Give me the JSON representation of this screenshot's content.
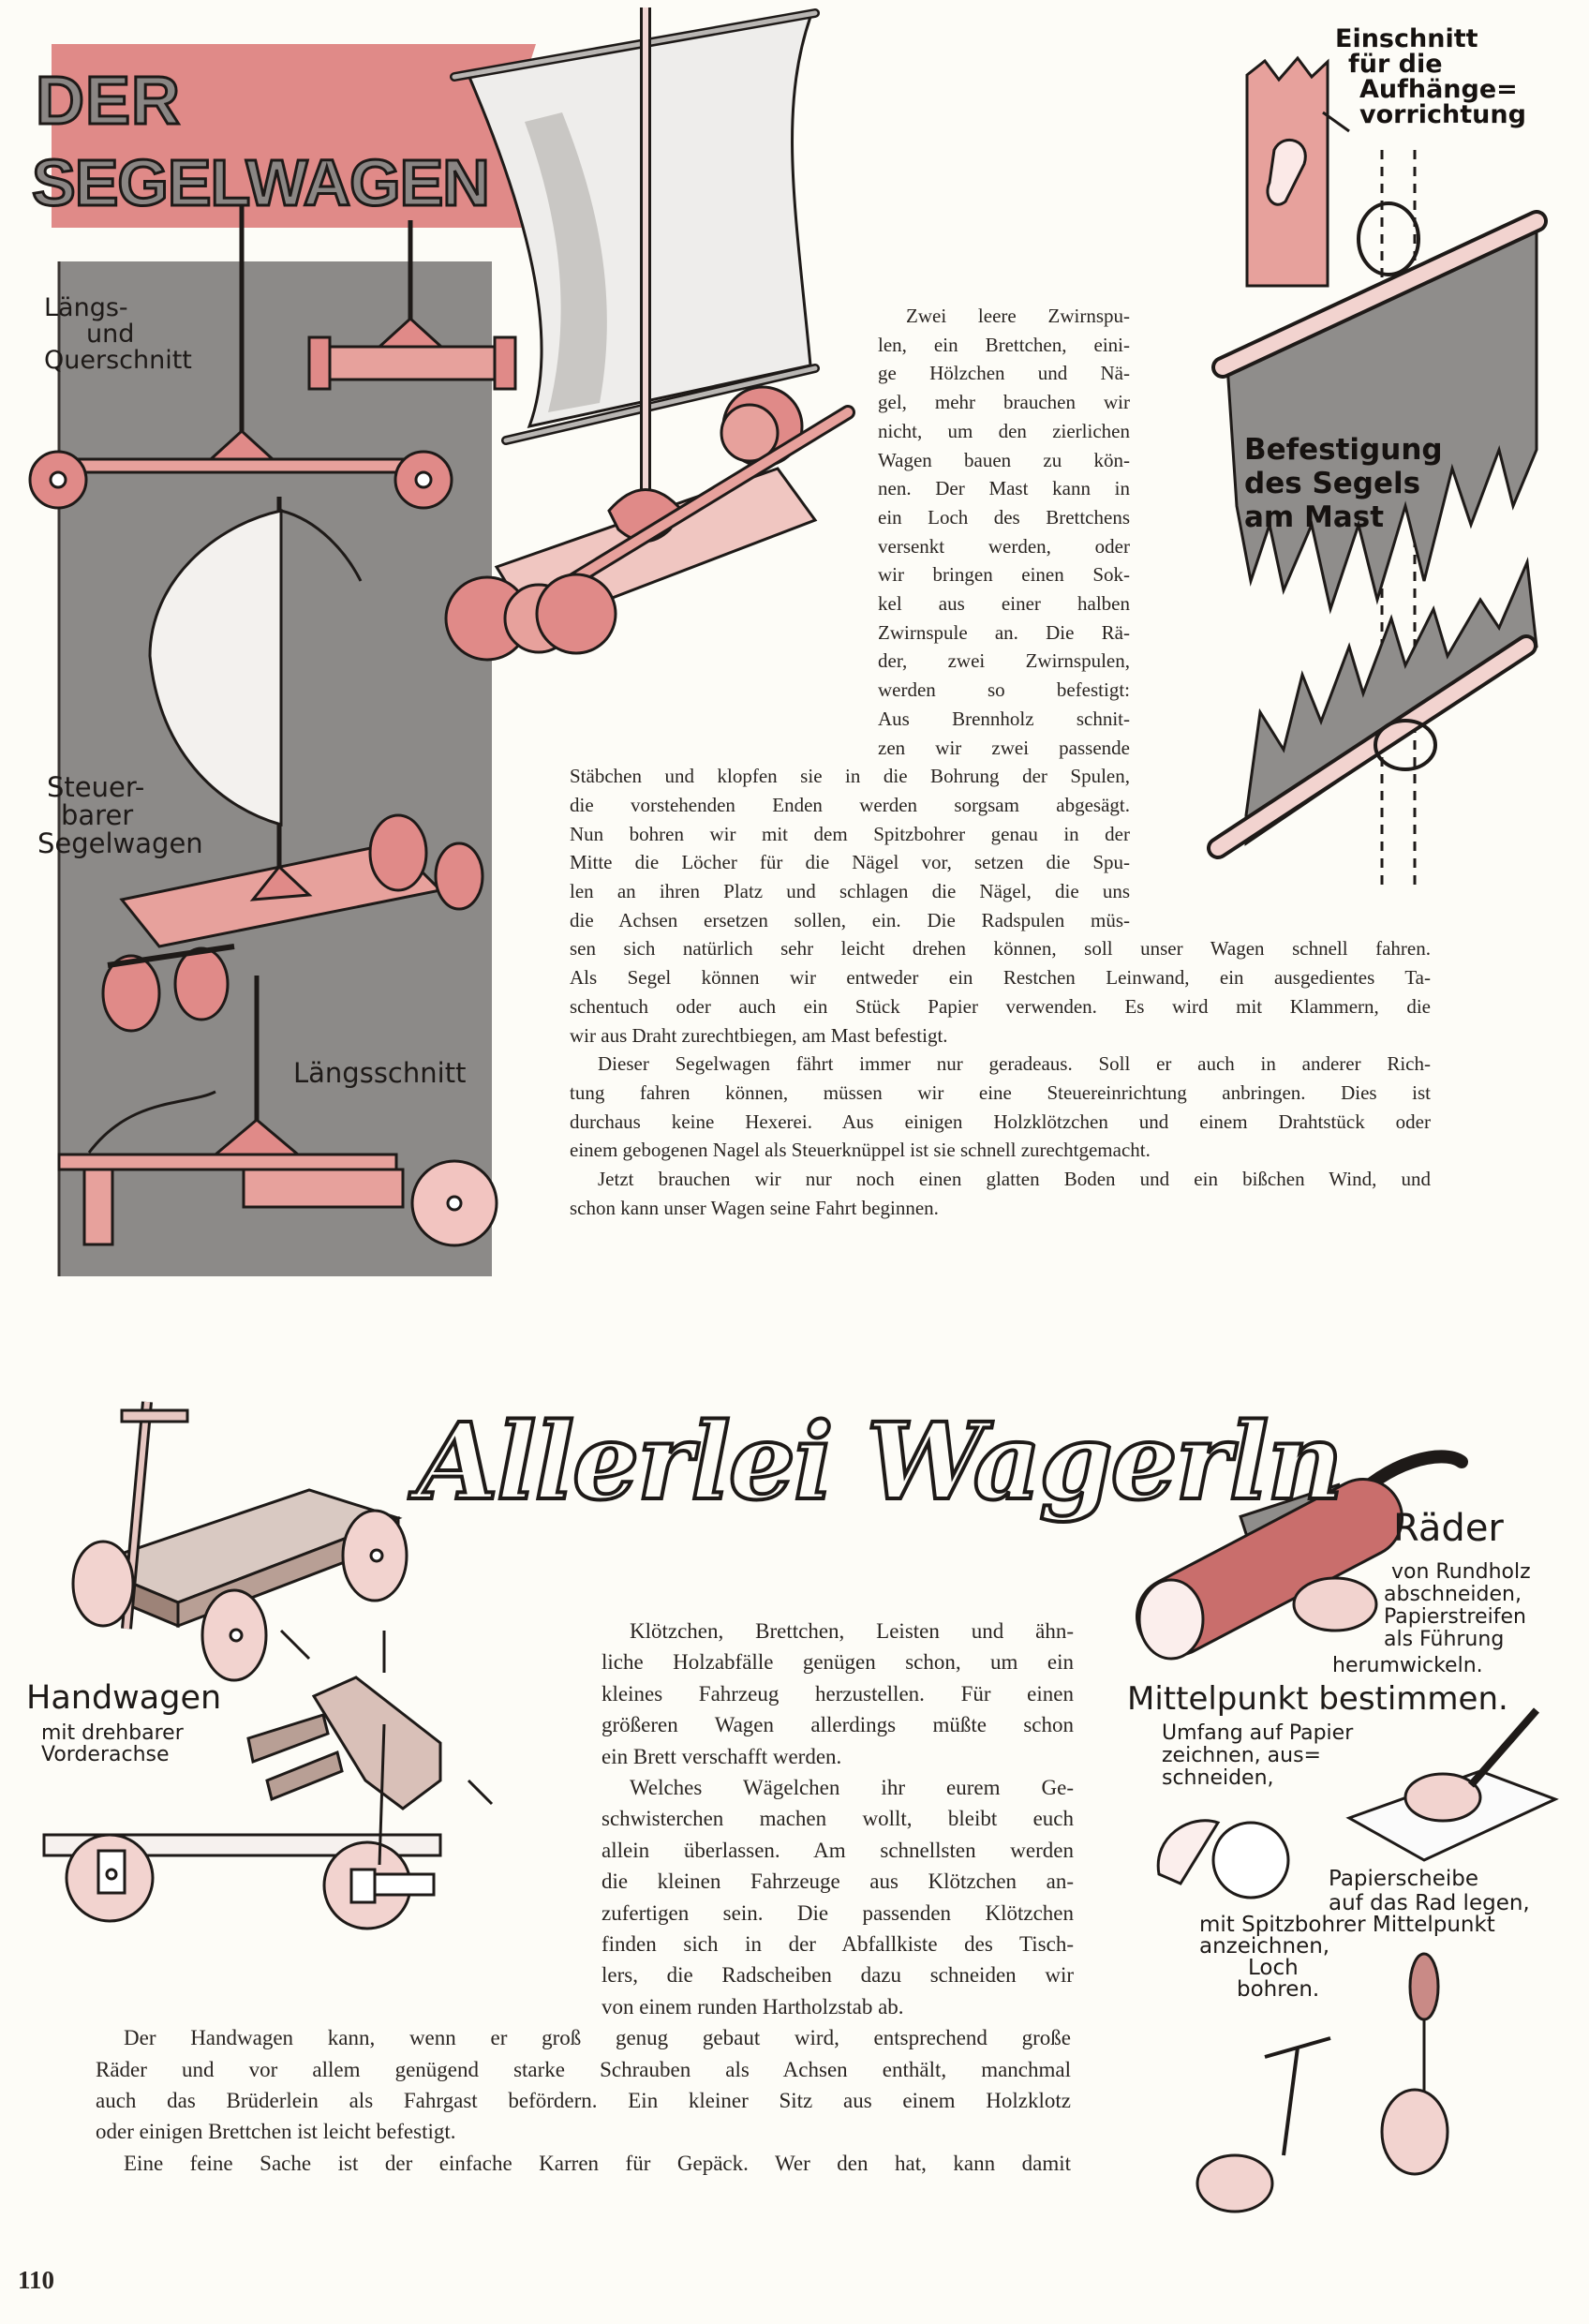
{
  "page_number": "110",
  "colors": {
    "pink": "#e08a88",
    "panel_grey": "#8c8a88",
    "ink": "#1e1a18"
  },
  "segelwagen": {
    "title_line1": "DER",
    "title_line2": "SEGELWAGEN",
    "labels": {
      "laengs_quer": [
        "Längs-",
        "und",
        "Querschnitt"
      ],
      "steuerbar": [
        "Steuer-",
        "barer",
        "Segelwagen"
      ],
      "laengsschnitt": "Längsschnitt",
      "einschnitt": [
        "Einschnitt",
        "für die",
        "Aufhänge=",
        "vorrichtung"
      ],
      "befestigung": [
        "Befestigung",
        "des Segels",
        "am Mast"
      ]
    },
    "paragraphs": [
      [
        "Zwei leere Zwirnspu-",
        "len, ein Brettchen, eini-",
        "ge Hölzchen und Nä-",
        "gel, mehr brauchen wir",
        "nicht, um den zierlichen",
        "Wagen bauen zu kön-",
        "nen. Der Mast kann in",
        "ein Loch des Brettchens",
        "versenkt werden, oder",
        "wir bringen einen Sok-",
        "kel aus einer halben",
        "Zwirnspule an. Die Rä-",
        "der, zwei Zwirnspulen,",
        "werden so befestigt:",
        "Aus Brennholz schnit-",
        "zen wir zwei passende",
        "Stäbchen und klopfen sie in die Bohrung der Spulen,",
        "die vorstehenden Enden werden sorgsam abgesägt.",
        "Nun bohren wir mit dem Spitzbohrer genau in der",
        "Mitte die Löcher für die Nägel vor, setzen die Spu-",
        "len an ihren Platz und schlagen die Nägel, die uns",
        "die Achsen ersetzen sollen, ein. Die Radspulen müs-",
        "sen sich natürlich sehr leicht drehen können, soll unser Wagen schnell fahren.",
        "Als Segel können wir entweder ein Restchen Leinwand, ein ausgedientes Ta-",
        "schentuch oder auch ein Stück Papier verwenden. Es wird mit Klammern, die",
        "wir aus Draht zurechtbiegen, am Mast befestigt."
      ],
      [
        "Dieser Segelwagen fährt immer nur geradeaus. Soll er auch in anderer Rich-",
        "tung fahren können, müssen wir eine Steuereinrichtung anbringen. Dies ist",
        "durchaus keine Hexerei. Aus einigen Holzklötzchen und einem Drahtstück oder",
        "einem gebogenen Nagel als Steuerknüppel ist sie schnell zurechtgemacht."
      ],
      [
        "Jetzt brauchen wir nur noch einen glatten Boden und ein bißchen Wind, und",
        "schon kann unser Wagen seine Fahrt beginnen."
      ]
    ]
  },
  "wagerln": {
    "title": "Allerlei Wagerln",
    "labels": {
      "handwagen": "Handwagen",
      "handwagen_sub": [
        "mit drehbarer",
        "Vorderachse"
      ],
      "raeder": "Räder",
      "raeder_sub": [
        "von Rundholz",
        "abschneiden,",
        "Papierstreifen",
        "als Führung"
      ],
      "herumwickeln": "herumwickeln.",
      "mittelpunkt": "Mittelpunkt bestimmen.",
      "umfang": [
        "Umfang auf Papier",
        "zeichnen, aus=",
        "schneiden,"
      ],
      "papierscheibe": [
        "Papierscheibe",
        "auf das Rad legen,"
      ],
      "spitzbohrer": [
        "mit Spitzbohrer Mittelpunkt",
        "anzeichnen,",
        "Loch",
        "bohren."
      ]
    },
    "paragraphs": [
      [
        "Klötzchen, Brettchen, Leisten und ähn-",
        "liche Holzabfälle genügen schon, um ein",
        "kleines Fahrzeug herzustellen. Für einen",
        "größeren Wagen allerdings müßte schon",
        "ein Brett verschafft werden."
      ],
      [
        "Welches Wägelchen ihr eurem Ge-",
        "schwisterchen machen wollt, bleibt euch",
        "allein überlassen. Am schnellsten werden",
        "die kleinen Fahrzeuge aus Klötzchen an-",
        "zufertigen sein. Die passenden Klötzchen",
        "finden sich in der Abfallkiste des Tisch-",
        "lers, die Radscheiben dazu schneiden wir",
        "von einem runden Hartholzstab ab."
      ],
      [
        "Der Handwagen kann, wenn er groß genug gebaut wird, entsprechend große",
        "Räder und vor allem genügend starke Schrauben als Achsen enthält, manchmal",
        "auch das Brüderlein als Fahrgast befördern. Ein kleiner Sitz aus einem Holzklotz",
        "oder einigen Brettchen ist leicht befestigt."
      ],
      [
        "Eine feine Sache ist der einfache Karren für Gepäck. Wer den hat, kann damit"
      ]
    ]
  }
}
